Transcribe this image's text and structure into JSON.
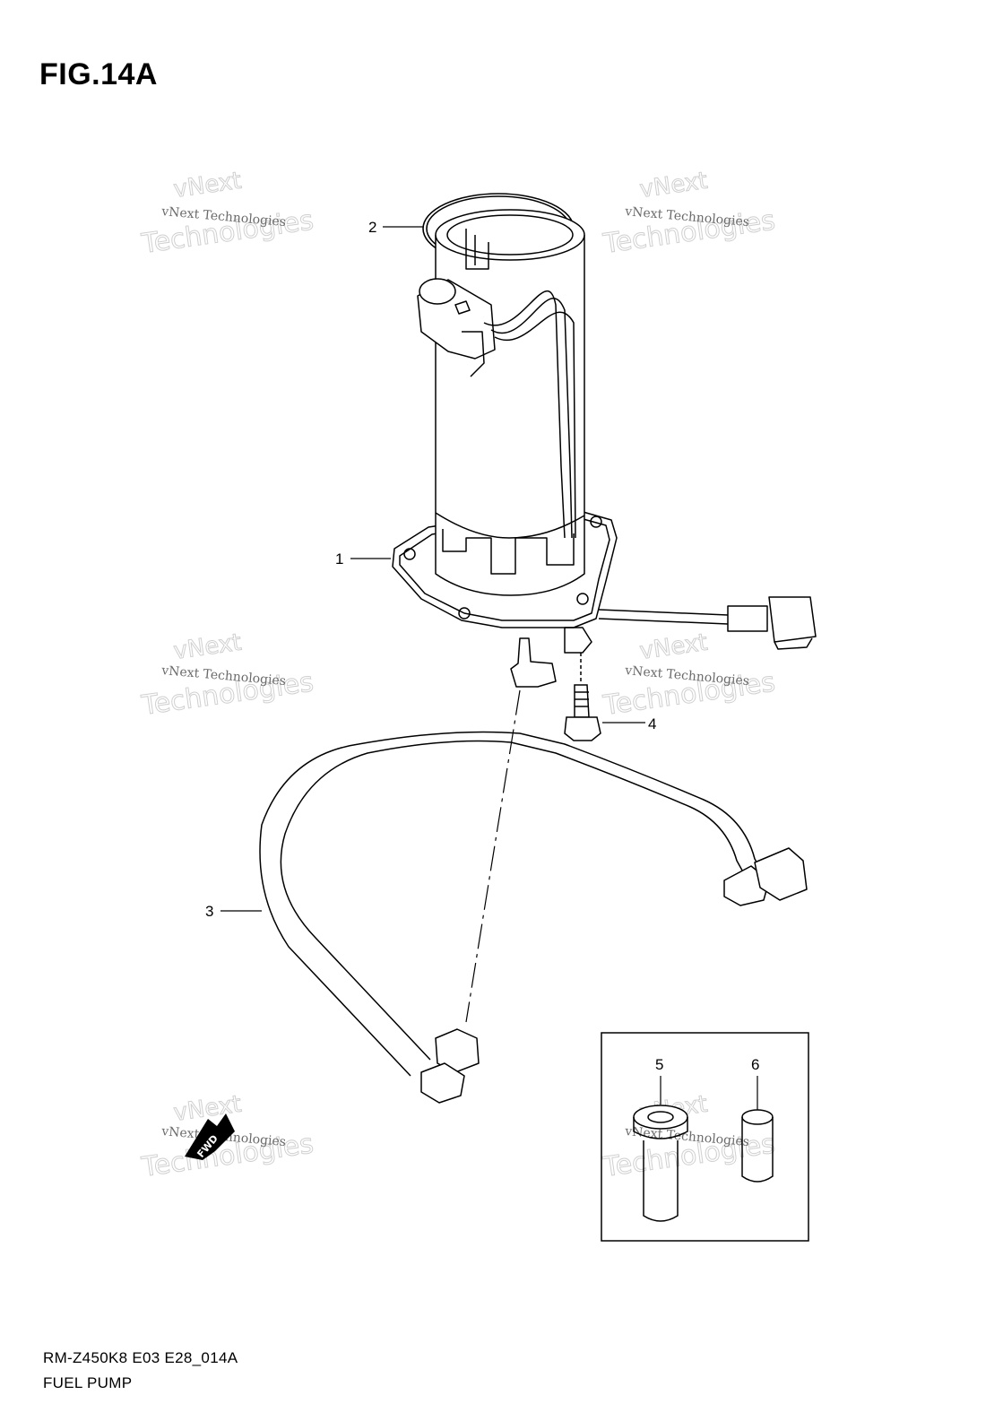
{
  "figure": {
    "title": "FIG.14A",
    "model_code": "RM-Z450K8 E03 E28_014A",
    "name": "FUEL PUMP"
  },
  "callouts": [
    "1",
    "2",
    "3",
    "4",
    "5",
    "6"
  ],
  "watermark": {
    "line": "vNext Technologies",
    "top": "vNext",
    "bottom": "Technologies"
  },
  "fwd_label": "FWD"
}
